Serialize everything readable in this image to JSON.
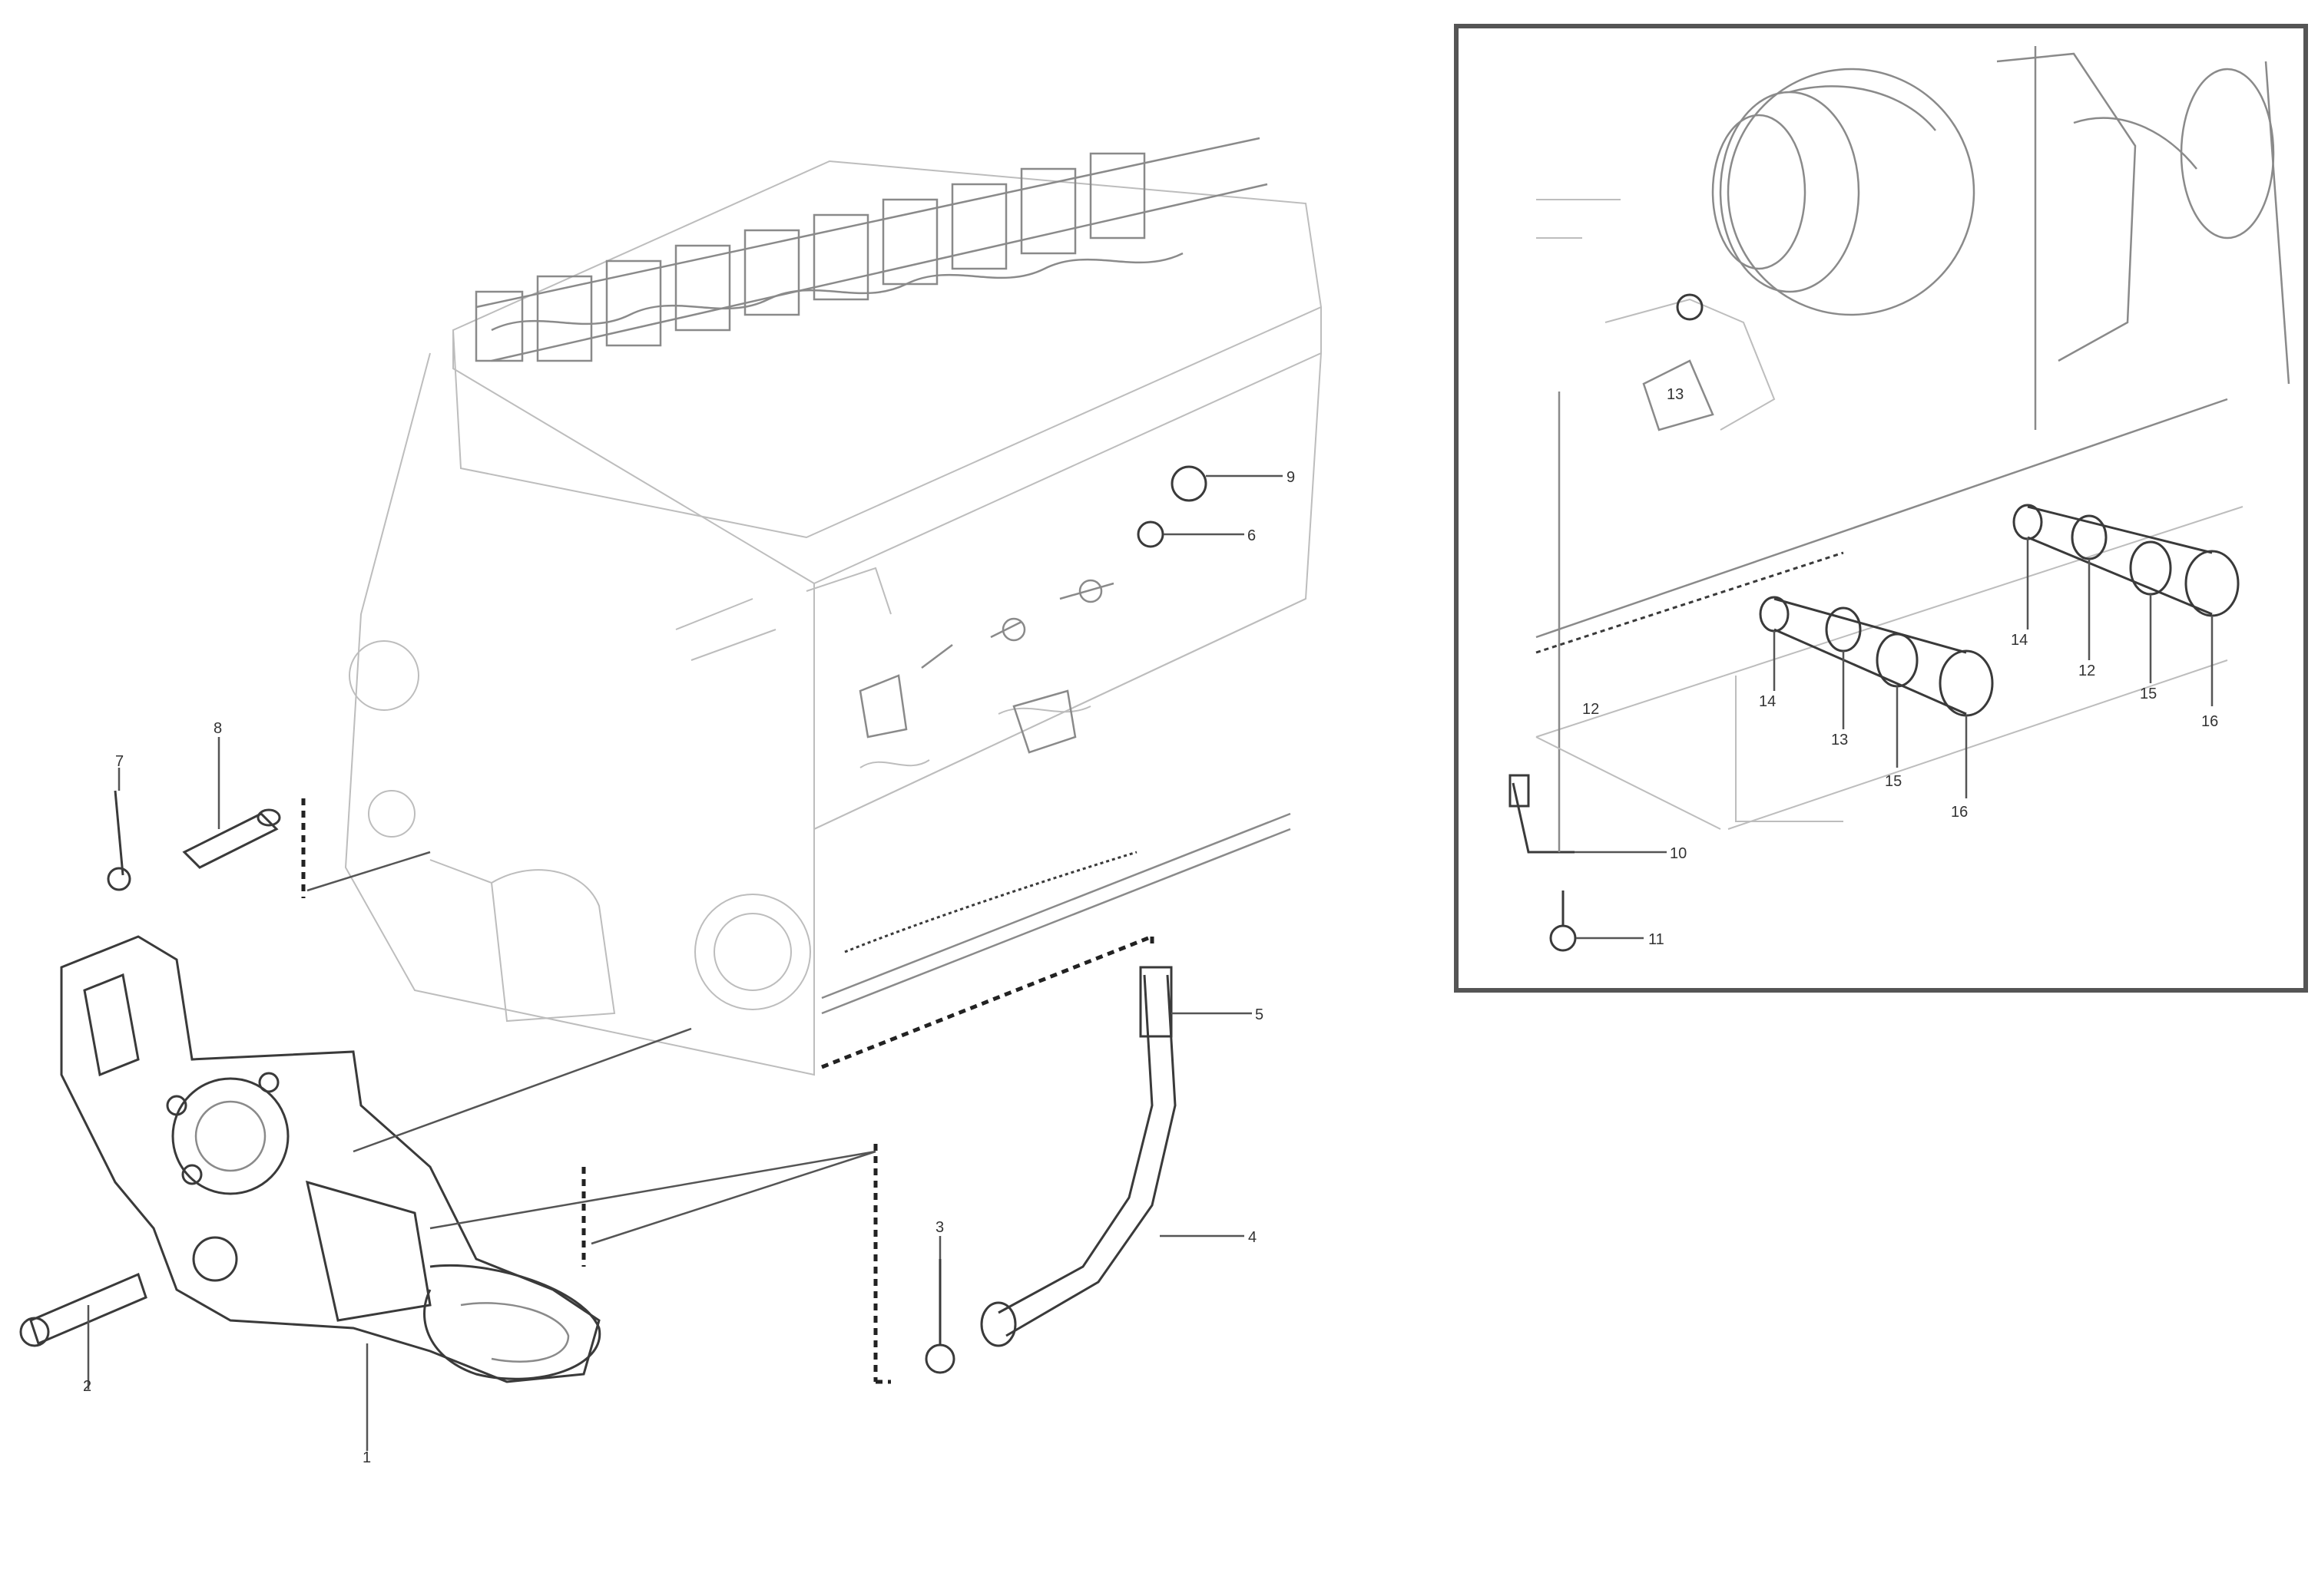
{
  "diagram": {
    "callouts": {
      "c1": "1",
      "c2": "2",
      "c3": "3",
      "c4": "4",
      "c5": "5",
      "c6": "6",
      "c7": "7",
      "c8": "8",
      "c9": "9",
      "c10": "10",
      "c11": "11",
      "c12a": "12",
      "c12b": "12",
      "c13a": "13",
      "c13b": "13",
      "c14a": "14",
      "c14b": "14",
      "c15a": "15",
      "c15b": "15",
      "c16a": "16",
      "c16b": "16"
    },
    "footer": {
      "line1": "",
      "line2": "",
      "code": ""
    }
  }
}
